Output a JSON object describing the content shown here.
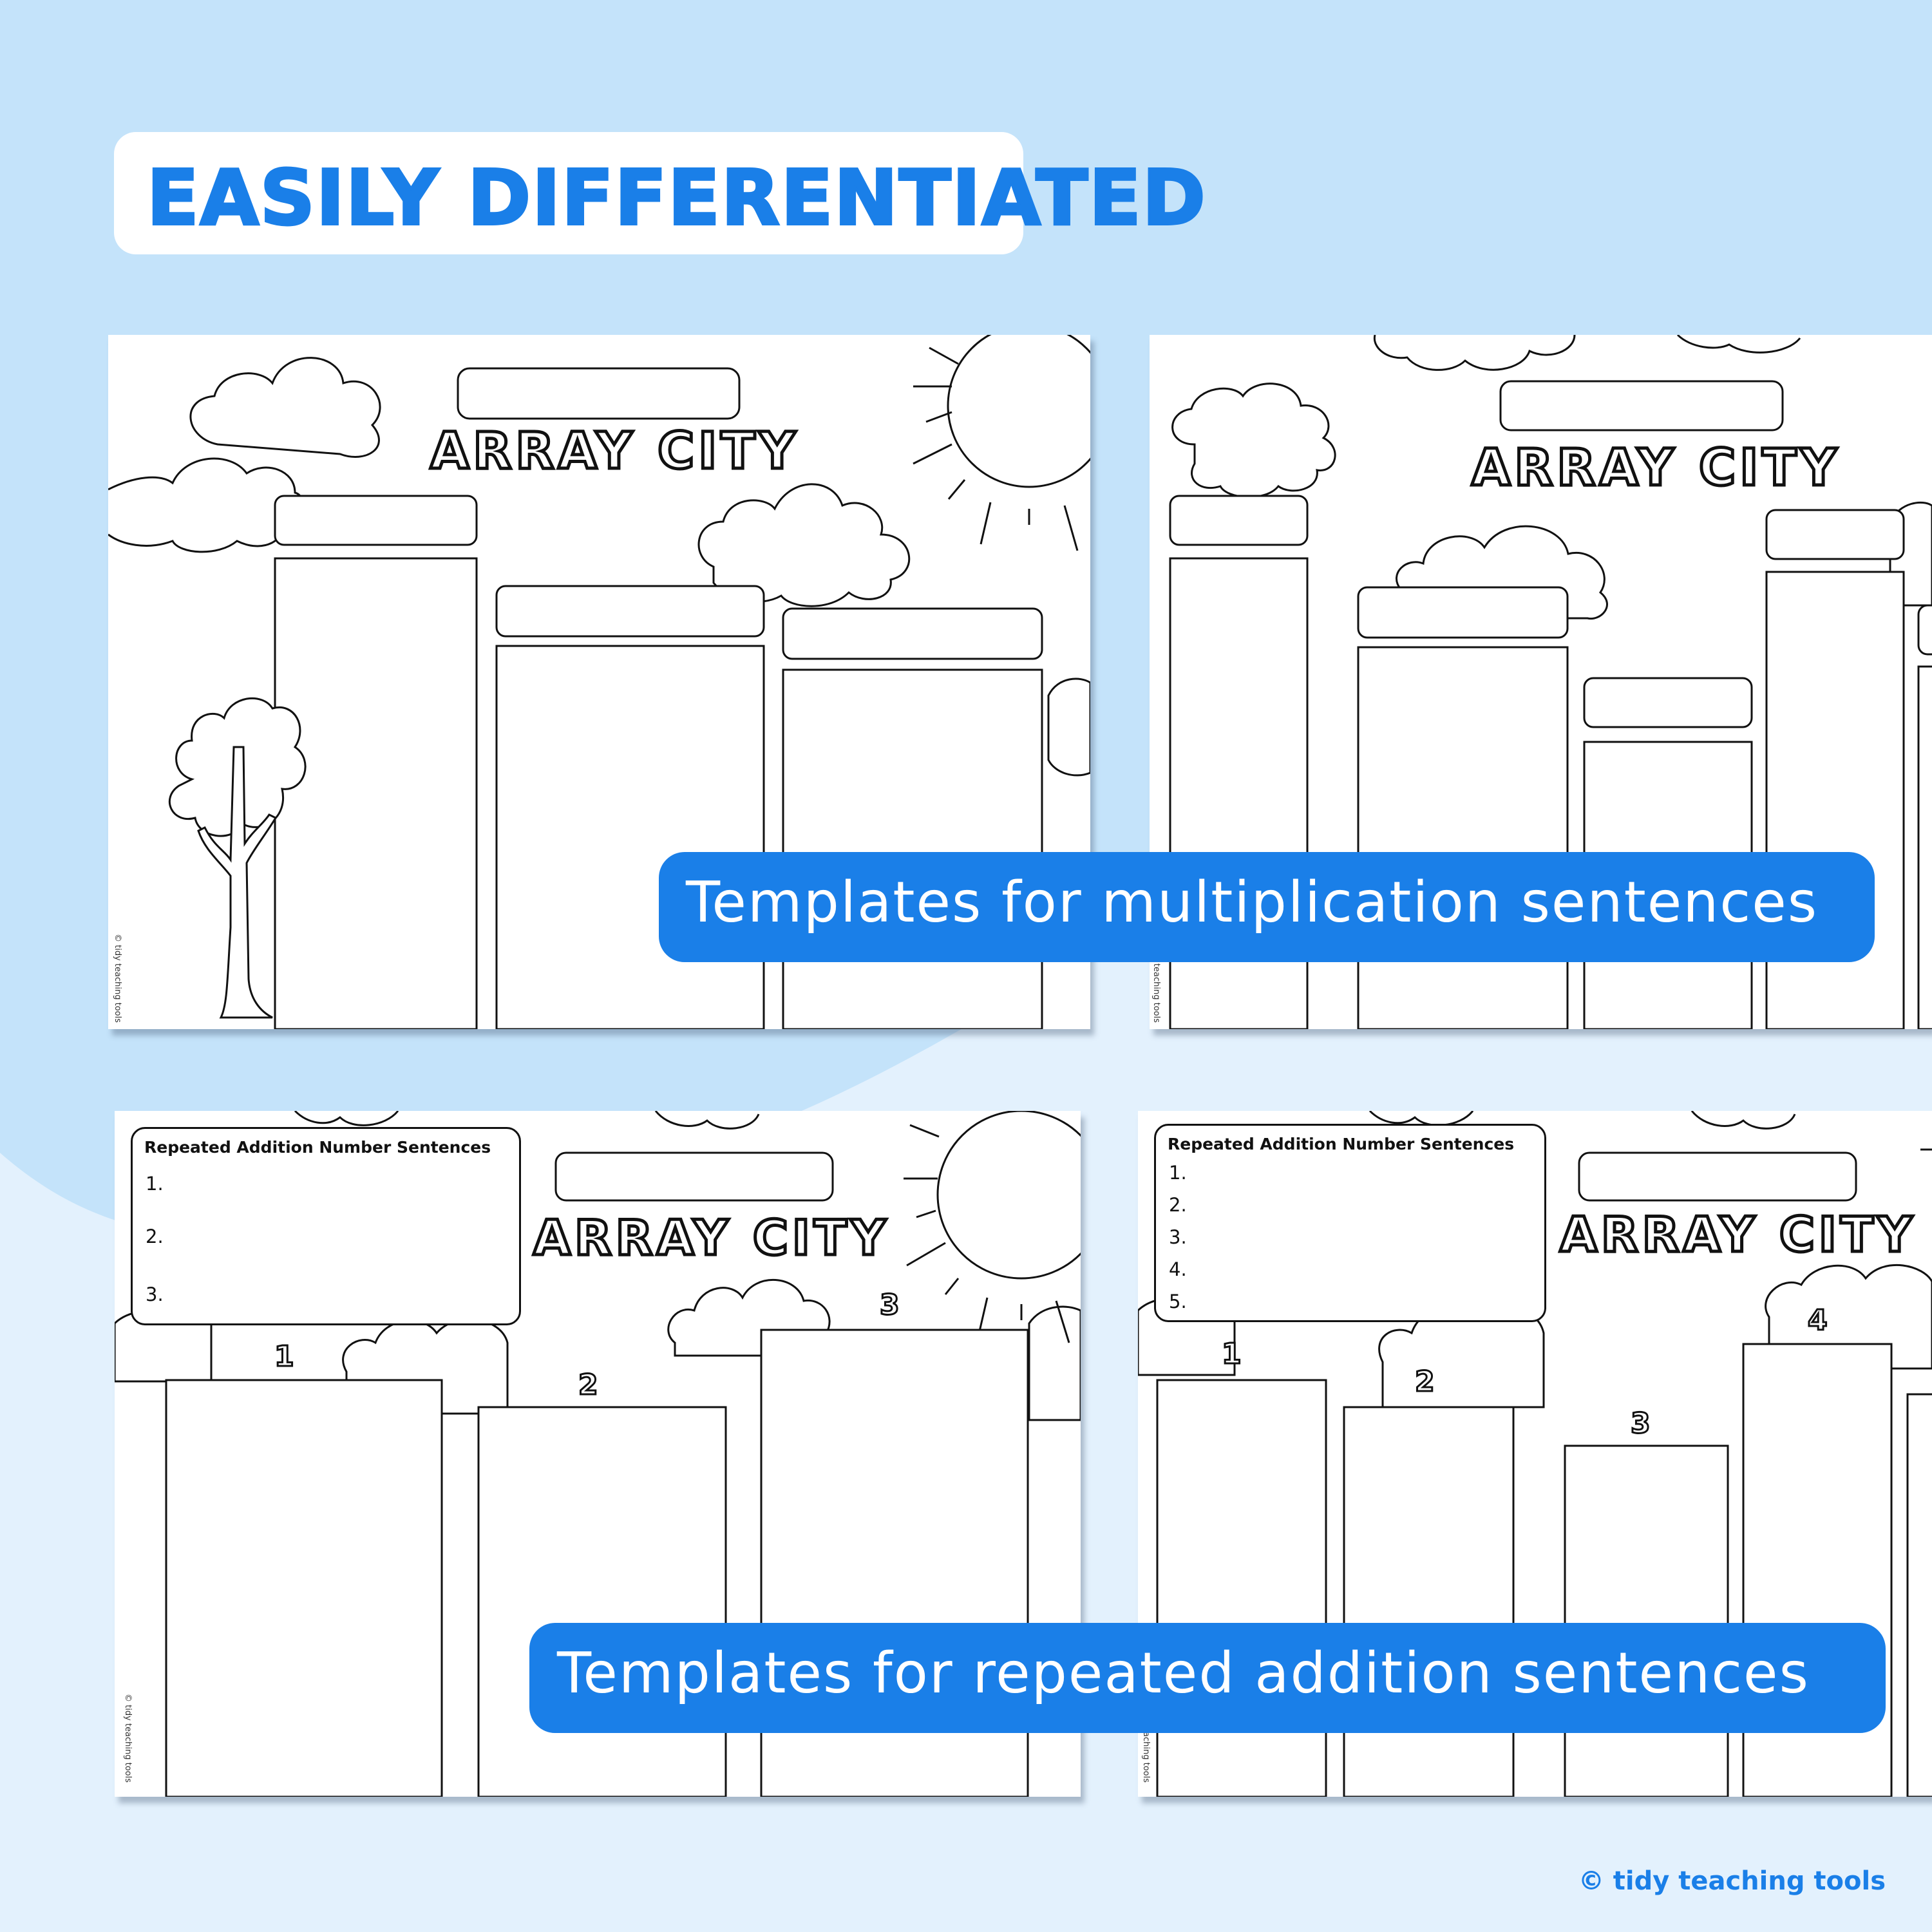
{
  "colors": {
    "background": "#c4e3fa",
    "lower_background": "#e3f1fd",
    "accent": "#1a7fe8",
    "paper": "#ffffff",
    "ink": "#111111"
  },
  "header": {
    "badge_title": "EASILY DIFFERENTIATED"
  },
  "worksheets": [
    {
      "title": "ARRAY CITY",
      "credit": "© tidy teaching tools",
      "building_count": 3,
      "has_sun": true,
      "has_tree": true
    },
    {
      "title": "ARRAY CITY",
      "credit": "© tidy teaching tools",
      "building_count": 5,
      "has_sun": false,
      "has_tree": false
    },
    {
      "title": "ARRAY CITY",
      "credit": "© tidy teaching tools",
      "building_count": 3,
      "box_title": "Repeated Addition Number Sentences",
      "box_lines": [
        "1.",
        "2.",
        "3."
      ],
      "building_numbers": [
        "1",
        "2",
        "3"
      ]
    },
    {
      "title": "ARRAY CITY",
      "credit": "© tidy teaching tools",
      "building_count": 5,
      "box_title": "Repeated Addition Number Sentences",
      "box_lines": [
        "1.",
        "2.",
        "3.",
        "4.",
        "5."
      ],
      "building_numbers": [
        "1",
        "2",
        "3",
        "4"
      ]
    }
  ],
  "banners": {
    "multiplication": "Templates for multiplication sentences",
    "repeated_addition": "Templates for repeated addition sentences"
  },
  "footer": {
    "brand": "© tidy teaching tools"
  }
}
